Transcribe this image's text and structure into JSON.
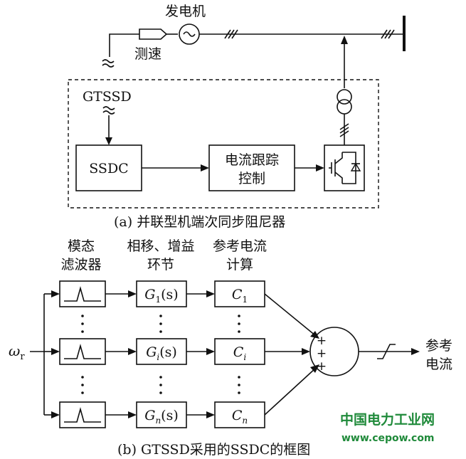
{
  "part_a": {
    "generator_label": "发电机",
    "speed_label": "测速",
    "gtssd_label": "GTSSD",
    "ssdc_label": "SSDC",
    "tracking_label_line1": "电流跟踪",
    "tracking_label_line2": "控制",
    "caption": "(a) 并联型机端次同步阻尼器"
  },
  "part_b": {
    "header_filter_line1": "模态",
    "header_filter_line2": "滤波器",
    "header_phase_line1": "相移、增益",
    "header_phase_line2": "环节",
    "header_ref_line1": "参考电流",
    "header_ref_line2": "计算",
    "input_label": "ω",
    "input_subscript": "r",
    "g_rows": [
      {
        "G": "G",
        "sub": "1",
        "arg": "(s)"
      },
      {
        "G": "G",
        "sub": "i",
        "arg": "(s)"
      },
      {
        "G": "G",
        "sub": "n",
        "arg": "(s)"
      }
    ],
    "c_rows": [
      {
        "C": "C",
        "sub": "1"
      },
      {
        "C": "C",
        "sub": "i"
      },
      {
        "C": "C",
        "sub": "n"
      }
    ],
    "sum_signs": [
      "+",
      "+",
      "+"
    ],
    "output_line1": "参考",
    "output_line2": "电流",
    "caption": "(b) GTSSD采用的SSDC的框图"
  },
  "watermark": {
    "line1": "中国电力工业网",
    "line2": "www.cepow.com"
  },
  "colors": {
    "ink": "#111111",
    "watermark": "#1f8a3a"
  }
}
